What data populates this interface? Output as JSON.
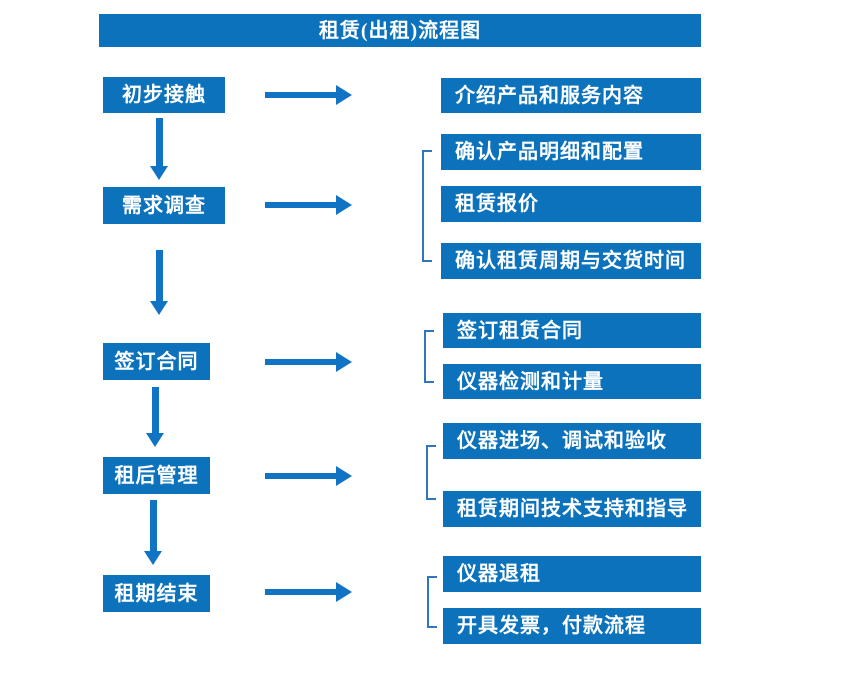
{
  "title": "租赁(出租)流程图",
  "colors": {
    "box_blue": "#0c72bc",
    "arrow_blue": "#1173c4",
    "bracket_blue": "#2e77bd",
    "text_white": "#ffffff"
  },
  "flow": {
    "stages": [
      {
        "label": "初步接触",
        "outputs": [
          "介绍产品和服务内容"
        ]
      },
      {
        "label": "需求调查",
        "outputs": [
          "确认产品明细和配置",
          "租赁报价",
          "确认租赁周期与交货时间"
        ]
      },
      {
        "label": "签订合同",
        "outputs": [
          "签订租赁合同",
          "仪器检测和计量"
        ]
      },
      {
        "label": "租后管理",
        "outputs": [
          "仪器进场、调试和验收",
          "租赁期间技术支持和指导"
        ]
      },
      {
        "label": "租期结束",
        "outputs": [
          "仪器退租",
          "开具发票，付款流程"
        ]
      }
    ]
  }
}
